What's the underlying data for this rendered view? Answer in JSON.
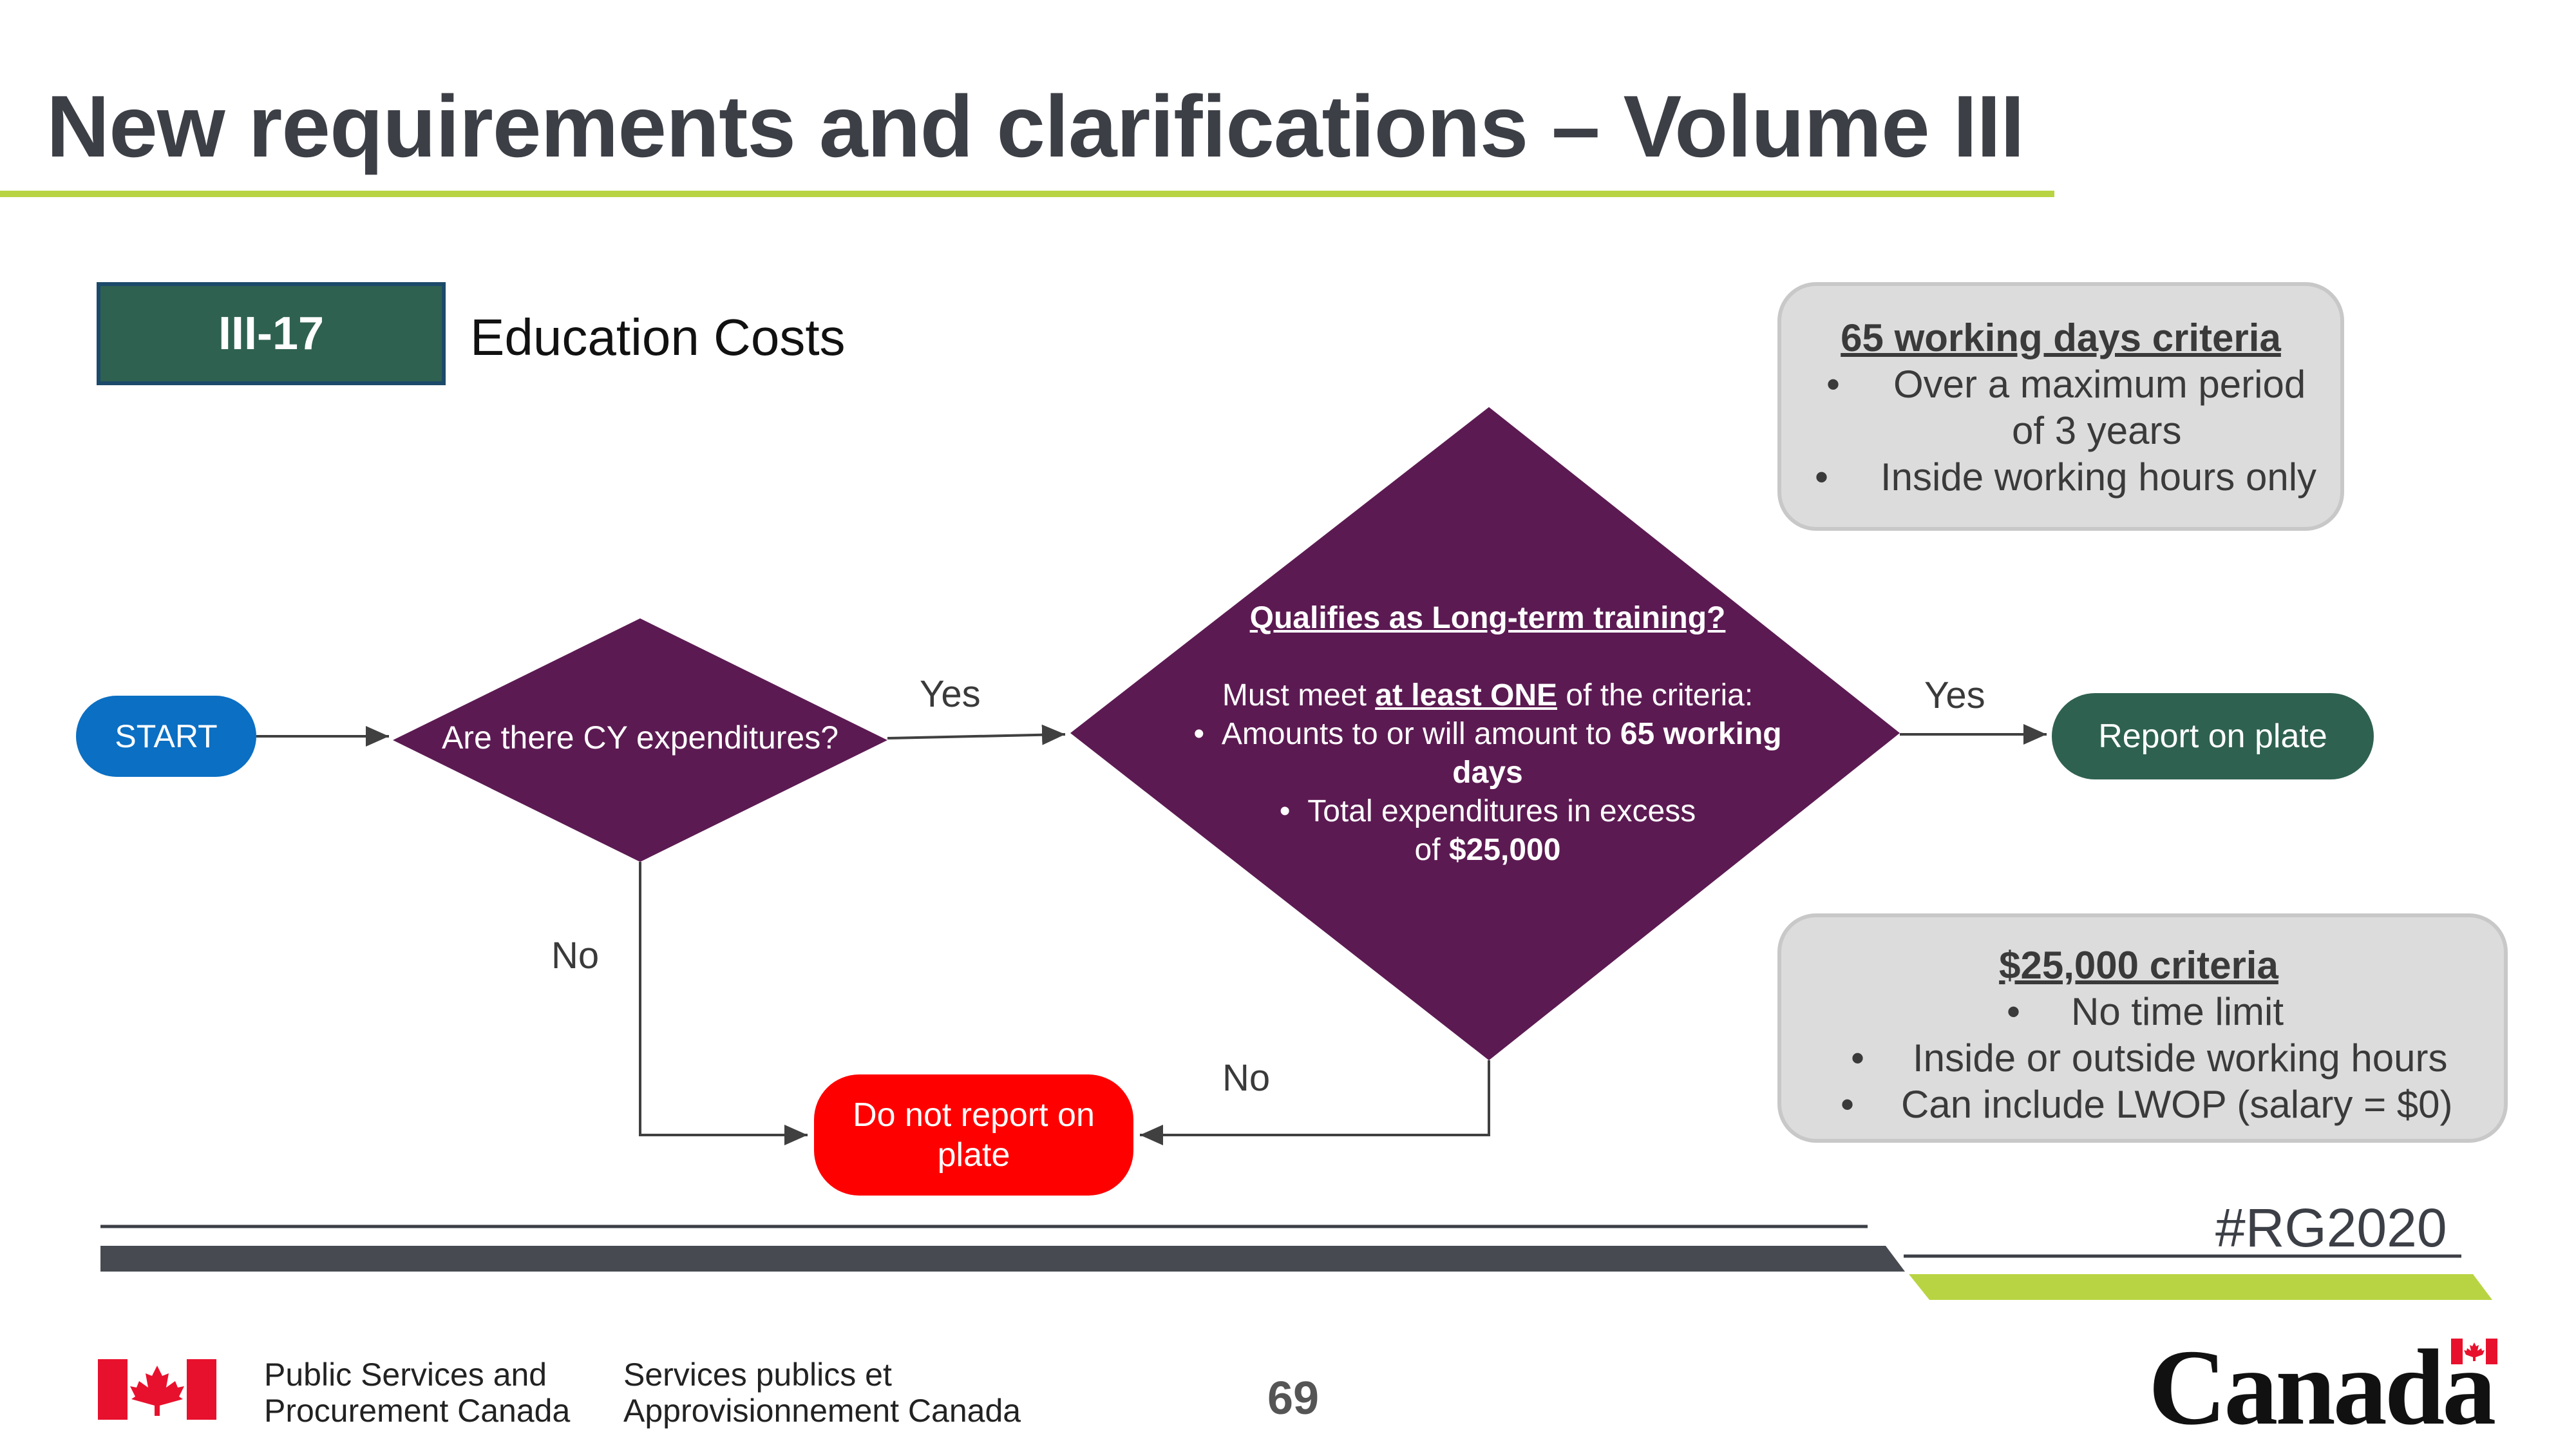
{
  "title": "New requirements and clarifications – Volume III",
  "section": {
    "code": "III-17",
    "label": "Education Costs"
  },
  "criteria_65": {
    "title": "65 working days criteria",
    "items": [
      "Over a maximum period",
      "of 3 years",
      "Inside working hours only"
    ]
  },
  "criteria_25000": {
    "title": "$25,000 criteria",
    "items": [
      "No time limit",
      "Inside or outside working hours",
      "Can include LWOP (salary = $0)"
    ]
  },
  "flow": {
    "start": "START",
    "decision1": "Are there CY expenditures?",
    "decision2": {
      "title": "Qualifies as Long-term training? ",
      "must_pre": "Must meet ",
      "must_bold": "at least ONE",
      "must_post": " of the criteria:",
      "b1_pre": "Amounts to or will amount to ",
      "b1_bold": "65 working",
      "b1_line2": "days",
      "b2_line1": "Total expenditures in excess",
      "b2_pre": "of ",
      "b2_bold": "$25,000"
    },
    "report": "Report on plate",
    "no_report": "Do not report on plate",
    "yes1": "Yes",
    "yes2": "Yes",
    "no1": "No",
    "no2": "No"
  },
  "footer": {
    "hashtag": "#RG2020",
    "dept_en_1": "Public Services and",
    "dept_en_2": "Procurement Canada",
    "dept_fr_1": "Services publics et",
    "dept_fr_2": "Approvisionnement Canada",
    "page": "69",
    "wordmark": "Canada"
  },
  "colors": {
    "accent_green": "#b9d443",
    "dark_green": "#2f6150",
    "purple": "#5c1a52",
    "start_blue": "#0b6fc3",
    "red": "#ff0000",
    "criteria_gray": "#dcdcdc"
  }
}
